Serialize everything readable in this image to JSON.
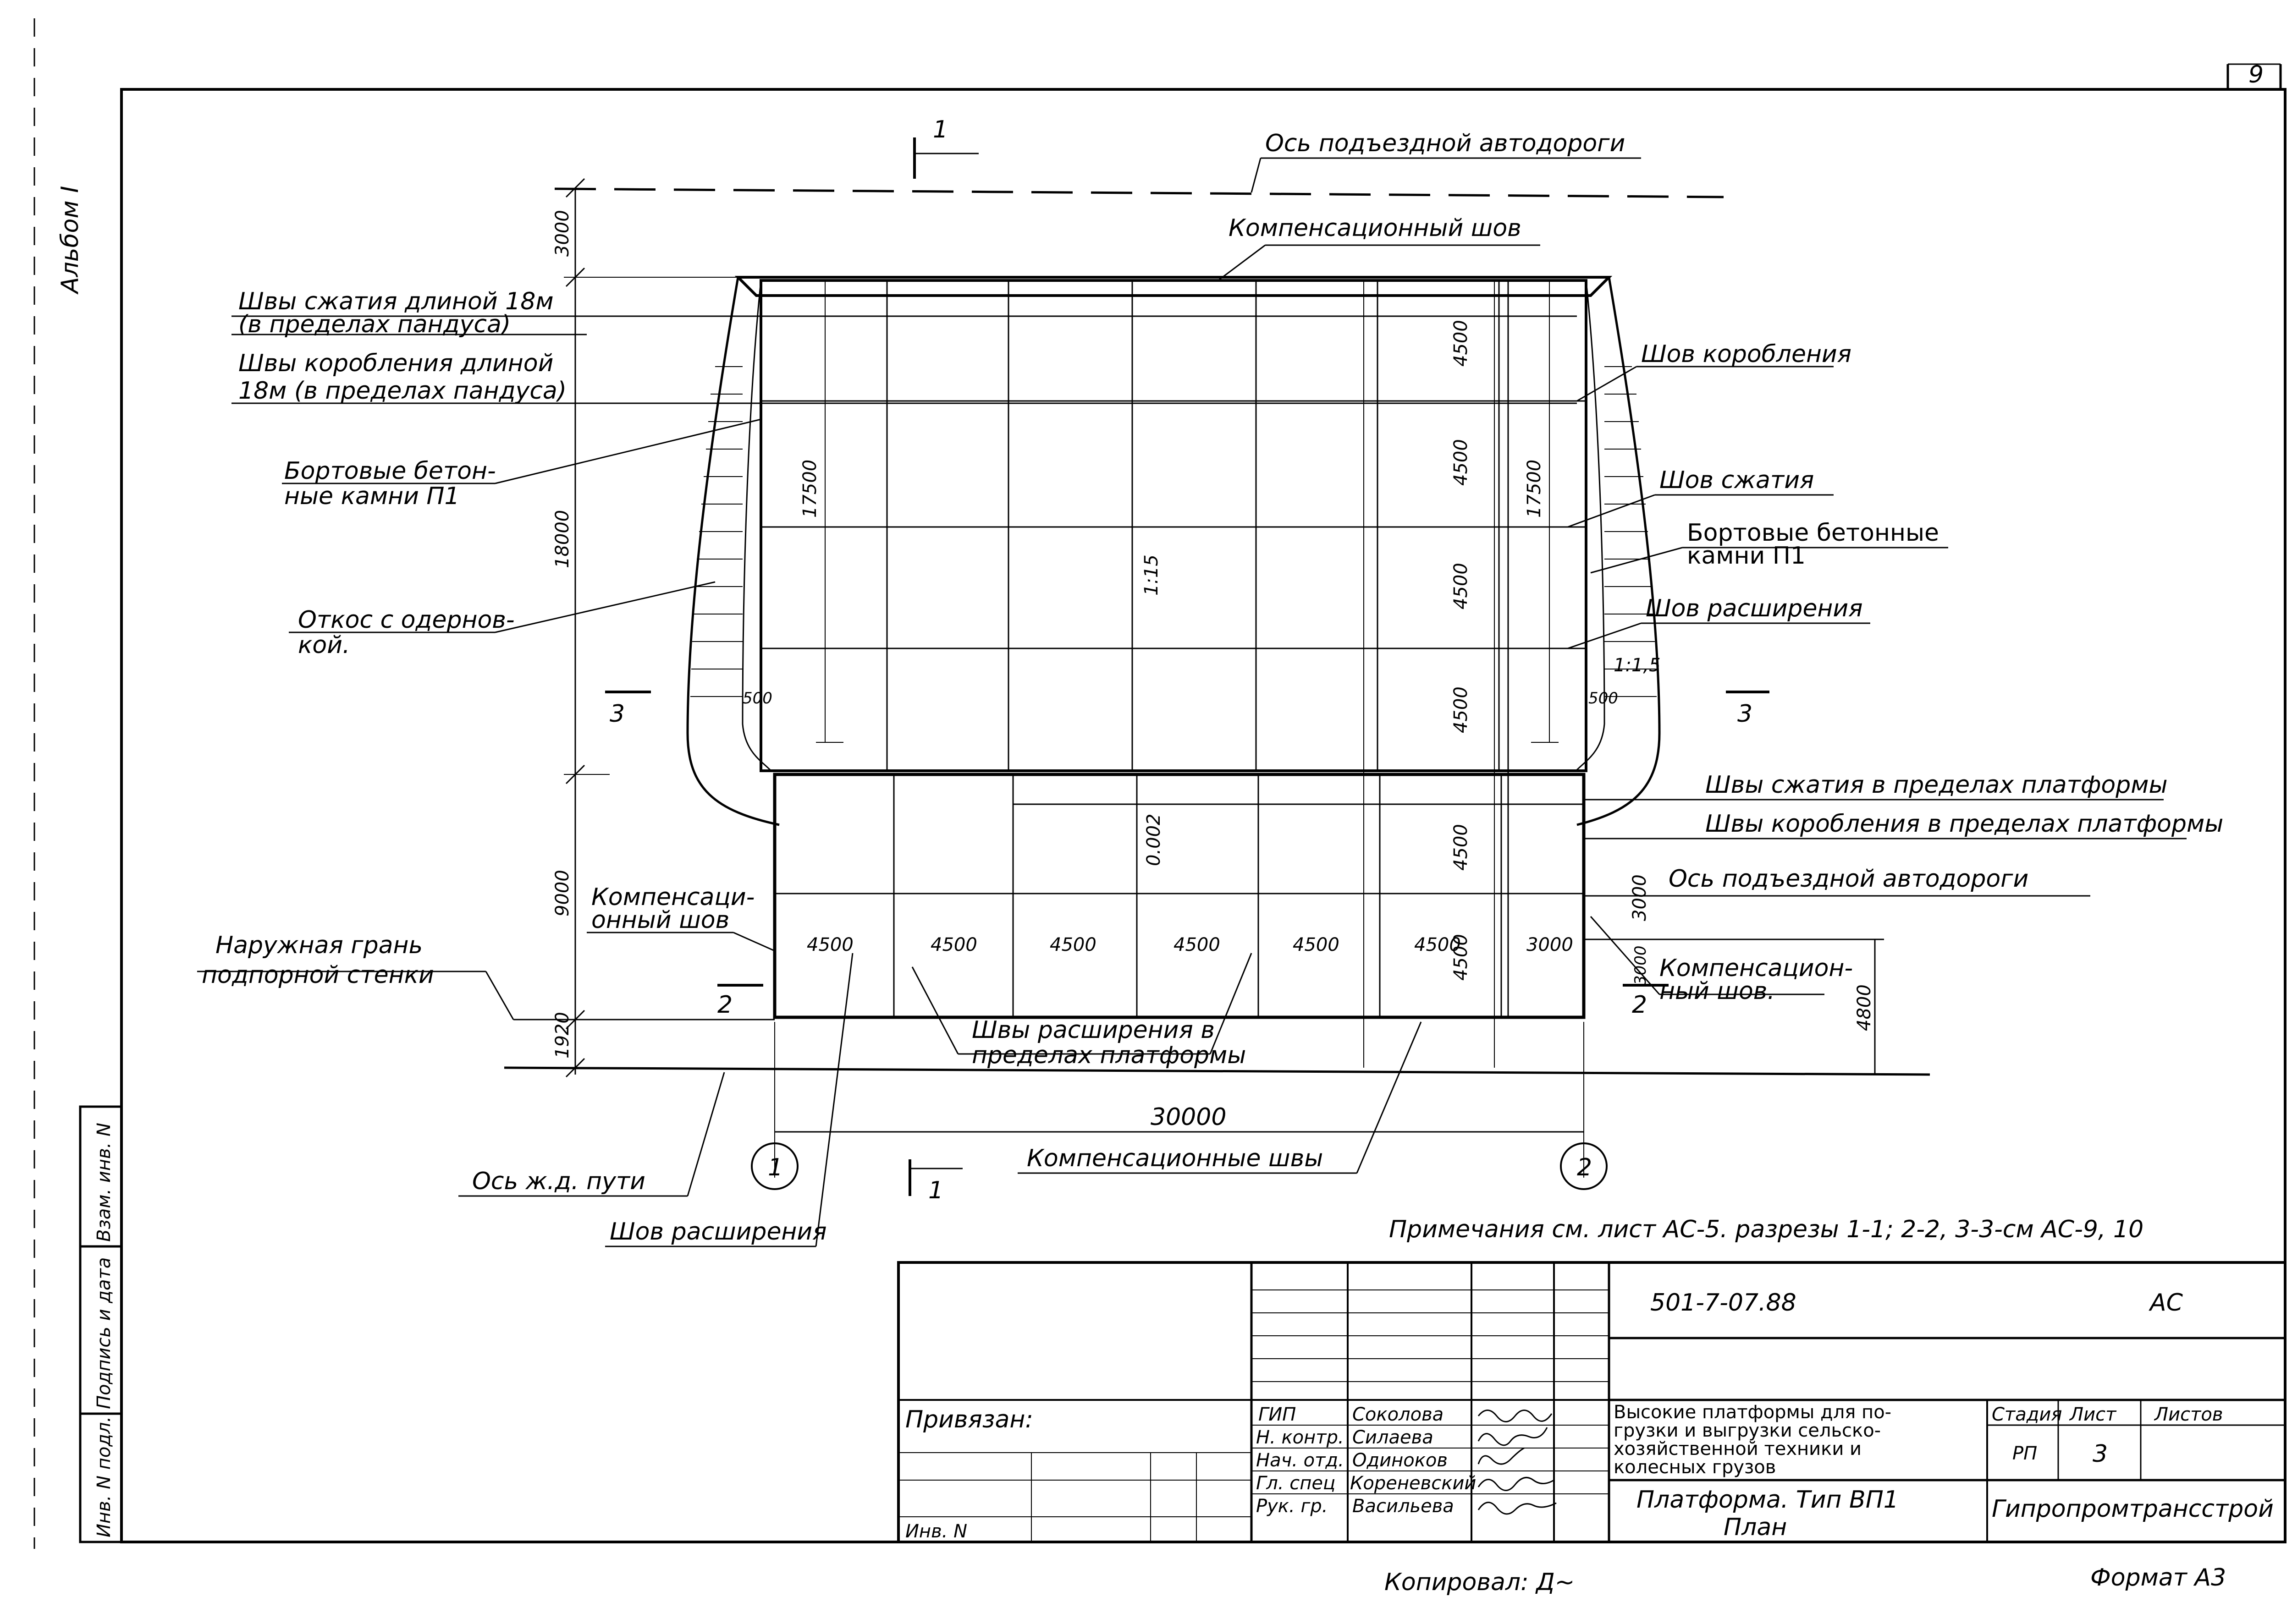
{
  "sheet": {
    "page_number": "9",
    "format": "Формат А3",
    "copied_by": "Копировал: Д~"
  },
  "side_stamp": {
    "top_note": "Альбом I",
    "cells": [
      "Инв. N подл.",
      "Подпись и дата",
      "Взам. инв. N"
    ]
  },
  "section_marks": {
    "s1_top": "1",
    "s1_bottom": "1",
    "s2_left": "2",
    "s2_right": "2",
    "s3_left": "3",
    "s3_right": "3"
  },
  "axes": {
    "a1": "1",
    "a2": "2"
  },
  "labels": {
    "road_axis_top": "Ось подъездной автодороги",
    "comp_joint_top": "Компенсационный шов",
    "compress_ramp_1": "Швы сжатия длиной 18м",
    "compress_ramp_2": "(в пределах пандуса)",
    "warp_ramp_1": "Швы коробления длиной",
    "warp_ramp_2": "18м (в пределах пандуса)",
    "curb_left_1": "Бортовые бетон-",
    "curb_left_2": "ные камни П1",
    "slope_left_1": "Откос с одернов-",
    "slope_left_2": "кой.",
    "warp_joint": "Шов коробления",
    "compress_joint": "Шов сжатия",
    "curb_right_1": "Бортовые бетонные",
    "curb_right_2": "камни П1",
    "expansion_joint": "Шов расширения",
    "compress_platform": "Швы сжатия в пределах платформы",
    "warp_platform": "Швы коробления в пределах платформы",
    "road_axis_right": "Ось подъездной автодороги",
    "comp_joint_left_1": "Компенсаци-",
    "comp_joint_left_2": "онный шов",
    "comp_joint_right_1": "Компенсацион-",
    "comp_joint_right_2": "ный шов.",
    "outer_face_1": "Наружная грань",
    "outer_face_2": "подпорной стенки",
    "expansion_platform_1": "Швы расширения в",
    "expansion_platform_2": "пределах платформы",
    "rail_axis": "Ось ж.д. пути",
    "comp_joints_bottom": "Компенсационные швы",
    "expansion_joint_bottom": "Шов расширения",
    "slope_ratio": "1:1,5",
    "slope_ratio_center": "1:15",
    "grade_center": "0.002"
  },
  "dims": {
    "d3000_top": "3000",
    "d18000": "18000",
    "d9000": "9000",
    "d1920": "1920",
    "d17500_left": "17500",
    "d17500_right": "17500",
    "d4500_1": "4500",
    "d4500_2": "4500",
    "d4500_3": "4500",
    "d4500_4": "4500",
    "d4500_5": "4500",
    "d4500_6": "4500",
    "d500_left": "500",
    "d500_right": "500",
    "d3000_right": "3000",
    "d3000_right_small": "3000",
    "d4800": "4800",
    "d30000": "30000",
    "h1": "4500",
    "h2": "4500",
    "h3": "4500",
    "h4": "4500",
    "h5": "4500",
    "h6": "4500",
    "h7": "3000"
  },
  "note": "Примечания см. лист АС-5. разрезы 1-1; 2-2, 3-3-см АС-9, 10",
  "title_block": {
    "doc_code": "501-7-07.88",
    "mark": "АС",
    "bound_label": "Привязан:",
    "inv_label": "Инв. N",
    "roles": [
      "ГИП",
      "Н. контр.",
      "Нач. отд.",
      "Гл. спец",
      "Рук. гр."
    ],
    "names": [
      "Соколова",
      "Силаева",
      "Одиноков",
      "Кореневский",
      "Васильева"
    ],
    "description": [
      "Высокие платформы для по-",
      "грузки и выгрузки сельско-",
      "хозяйственной техники и",
      "колесных грузов"
    ],
    "stage_label": "Стадия",
    "sheet_label": "Лист",
    "sheets_label": "Листов",
    "stage": "РП",
    "sheet": "3",
    "title_1": "Платформа. Тип ВП1",
    "title_2": "План",
    "org": "Гипропромтрансстрой"
  }
}
